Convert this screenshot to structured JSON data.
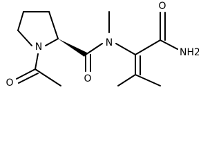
{
  "molecule": {
    "atom_labels": {
      "ring_nitrogen": "N",
      "amide_nitrogen": "N",
      "carbonyl_oxygen_upper": "O",
      "carbonyl_oxygen_middle": "O",
      "carbonyl_oxygen_lower": "O",
      "amide_nh2": "NH2"
    }
  }
}
